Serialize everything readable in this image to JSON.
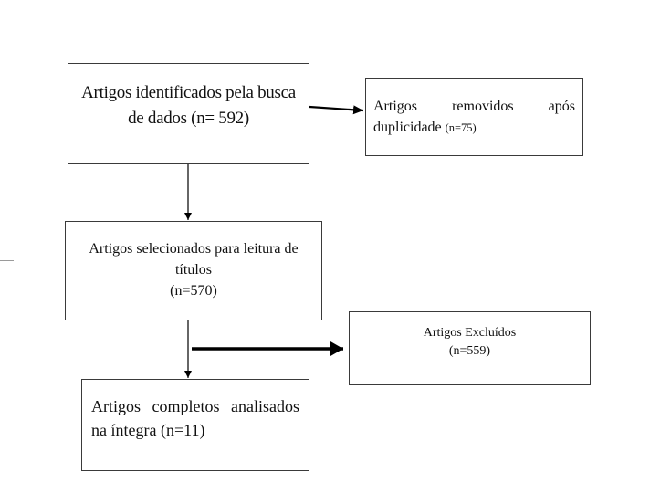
{
  "diagram": {
    "boxes": {
      "identified": {
        "text": "Artigos identificados pela busca de dados (n= 592)"
      },
      "duplicates": {
        "text": "Artigos removidos após duplicidade",
        "count": "(n=75)"
      },
      "selected": {
        "text": "Artigos selecionados para leitura de títulos",
        "count": "(n=570)"
      },
      "excluded": {
        "text": "Artigos Excluídos",
        "count": "(n=559)"
      },
      "complete": {
        "text": "Artigos completos analisados na íntegra (n=11)"
      }
    },
    "colors": {
      "border": "#3a3a3a",
      "arrow": "#000000",
      "text": "#111111"
    }
  }
}
